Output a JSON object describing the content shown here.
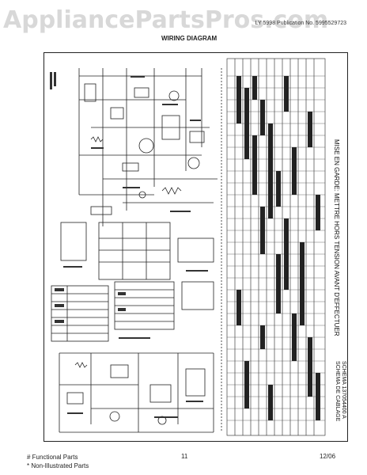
{
  "watermark": "AppliancePartsPros.com",
  "header": {
    "model_line": "LY  5998 Publication No. 5995529723",
    "title": "WIRING DIAGRAM"
  },
  "diagram": {
    "rotated_caption_1": "MISE EN GARDE: METTRE HORS TENSION AVANT D'EFFECTUER",
    "rotated_caption_2": "SCHEMA 137054400 A",
    "rotated_caption_3": "SCHEMA DE CABLAGE"
  },
  "footer": {
    "functional": "# Functional Parts",
    "non_illustrated": "* Non-Illustrated Parts",
    "page": "11",
    "date": "12/06"
  }
}
